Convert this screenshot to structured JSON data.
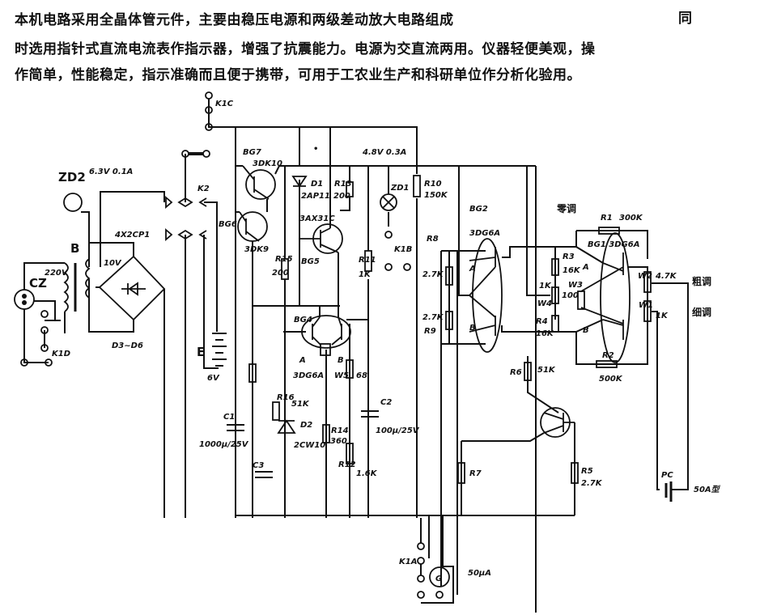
{
  "description_text": {
    "line1": "本机电路采用全晶体管元件，主要由稳压电源和两级差动放大电路组成",
    "line1_tail": "同",
    "line2": "时选用指针式直流电流表作指示器，增强了抗震能力。电源为交直流两用。仪器轻便美观，操",
    "line3": "作简单，性能稳定，指示准确而且便于携带，可用于工农业生产和科研单位作分析化验用。"
  },
  "labels": {
    "k1c": "K1C",
    "zd2": "ZD2",
    "zd2_rating": "6.3V 0.1A",
    "b": "B",
    "v220": "220V",
    "cz": "CZ",
    "k1d": "K1D",
    "bridge": "4X2CP1",
    "v10": "10V",
    "d3d6": "D3~D6",
    "k2": "K2",
    "bg6": "BG6",
    "bg7": "BG7",
    "bg7_type": "3DK10",
    "bg6_type": "3DK9",
    "d1": "D1",
    "d1_type": "2AP11",
    "r13": "R13",
    "r13_val": "200",
    "zd1_rating": "4.8V 0.3A",
    "zd1": "ZD1",
    "bg5_type": "3AX31C",
    "bg5": "BG5",
    "r15": "R15",
    "r15_val": "200",
    "r11": "R11",
    "r11_val": "1K",
    "k1b": "K1B",
    "r10": "R10",
    "r10_val": "150K",
    "bg4": "BG4",
    "bg4_a": "A",
    "bg4_b": "B",
    "bg4_type": "3DG6A",
    "w5": "W5",
    "w5_val": "68",
    "e": "E",
    "v6": "6V",
    "r16": "R16",
    "r16_val": "51K",
    "d2": "D2",
    "d2_type": "2CW10",
    "r14": "R14",
    "r14_val": "360",
    "c1": "C1",
    "c1_val": "1000μ/25V",
    "c3": "C3",
    "c2": "C2",
    "c2_val": "100μ/25V",
    "r12": "R12",
    "r12_val": "1.6K",
    "r8": "R8",
    "r8_val": "2.7K",
    "r9_val": "2.7K",
    "r9": "R9",
    "bg2": "BG2",
    "bg2_type": "3DG6A",
    "bg2_a": "A",
    "bg2_b": "B",
    "zero_adj": "零调",
    "r1": "R1",
    "r1_val": "300K",
    "bg1": "BG1 3DG6A",
    "r3": "R3",
    "r3_val": "16K",
    "w4_val": "1K",
    "w4": "W4",
    "w3": "W3",
    "w3_val": "100",
    "r4": "R4",
    "r4_val": "16K",
    "bg1_a": "A",
    "bg1_b": "B",
    "w2": "W2",
    "w2_val": "4.7K",
    "coarse_adj": "粗调",
    "w1": "W1",
    "w1_val": "1K",
    "fine_adj": "细调",
    "r2": "R2",
    "r2_val": "500K",
    "r6": "R6",
    "r6_val": "51K",
    "r7": "R7",
    "r5": "R5",
    "r5_val": "2.7K",
    "pc": "PC",
    "pc_type": "50A型",
    "k1a": "K1A",
    "meter": "G",
    "meter_range": "50μA",
    "dot": "•"
  }
}
